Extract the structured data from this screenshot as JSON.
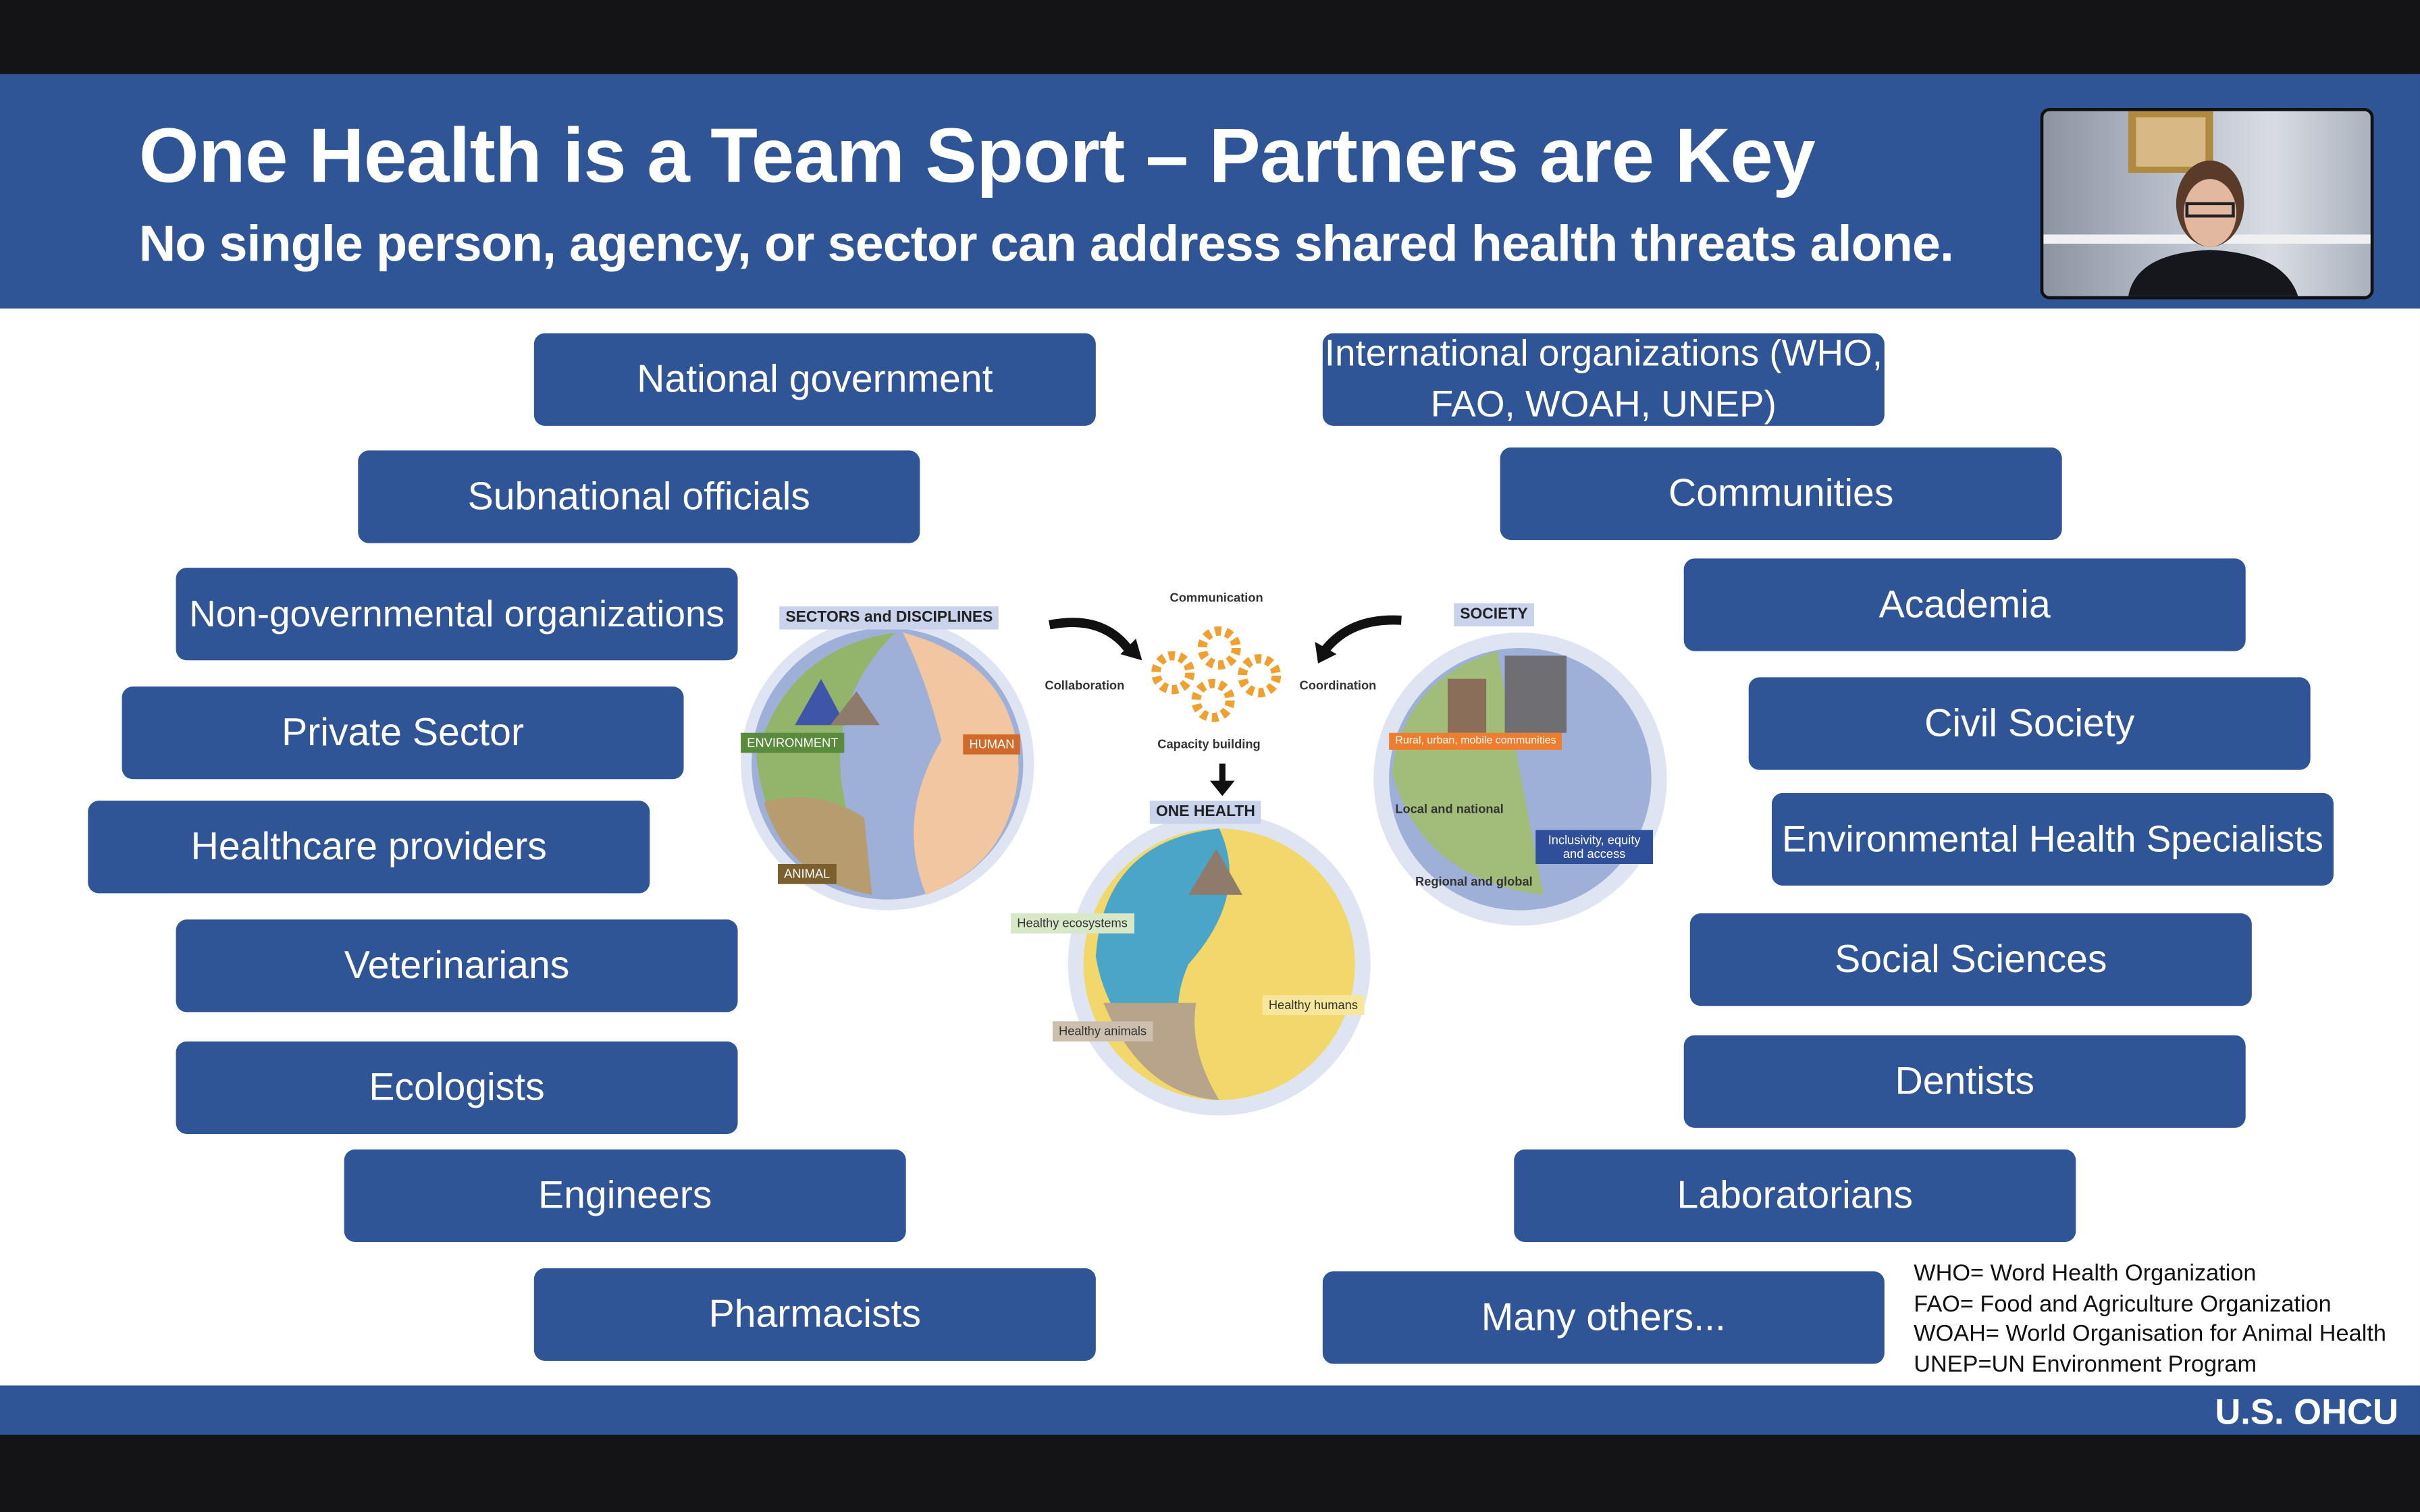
{
  "slide": {
    "title": "One Health is a Team Sport – Partners are Key",
    "subtitle": "No single person, agency, or sector can address shared health threats alone.",
    "brand": "U.S. OHCU",
    "accent_color": "#2f5597"
  },
  "left_partners": [
    "National government",
    "Subnational officials",
    "Non-governmental organizations",
    "Private Sector",
    "Healthcare providers",
    "Veterinarians",
    "Ecologists",
    "Engineers",
    "Pharmacists"
  ],
  "right_partners": [
    "International organizations (WHO, FAO, WOAH, UNEP)",
    "Communities",
    "Academia",
    "Civil Society",
    "Environmental Health Specialists",
    "Social Sciences",
    "Dentists",
    "Laboratorians",
    "Many others..."
  ],
  "diagram": {
    "sectors": {
      "title": "SECTORS and DISCIPLINES",
      "environment": "ENVIRONMENT",
      "human": "HUMAN",
      "animal": "ANIMAL"
    },
    "center": {
      "communication": "Communication",
      "collaboration": "Collaboration",
      "coordination": "Coordination",
      "capacity": "Capacity building"
    },
    "society": {
      "title": "SOCIETY",
      "communities": "Rural, urban, mobile communities",
      "local": "Local and national",
      "regional": "Regional and global",
      "inclusivity": "Inclusivity, equity and access"
    },
    "one_health": {
      "title": "ONE HEALTH",
      "ecosystems": "Healthy ecosystems",
      "humans": "Healthy humans",
      "animals": "Healthy animals"
    }
  },
  "footnote": [
    "WHO= Word Health Organization",
    "FAO= Food and Agriculture Organization",
    "WOAH= World Organisation for Animal Health",
    "UNEP=UN Environment Program"
  ]
}
